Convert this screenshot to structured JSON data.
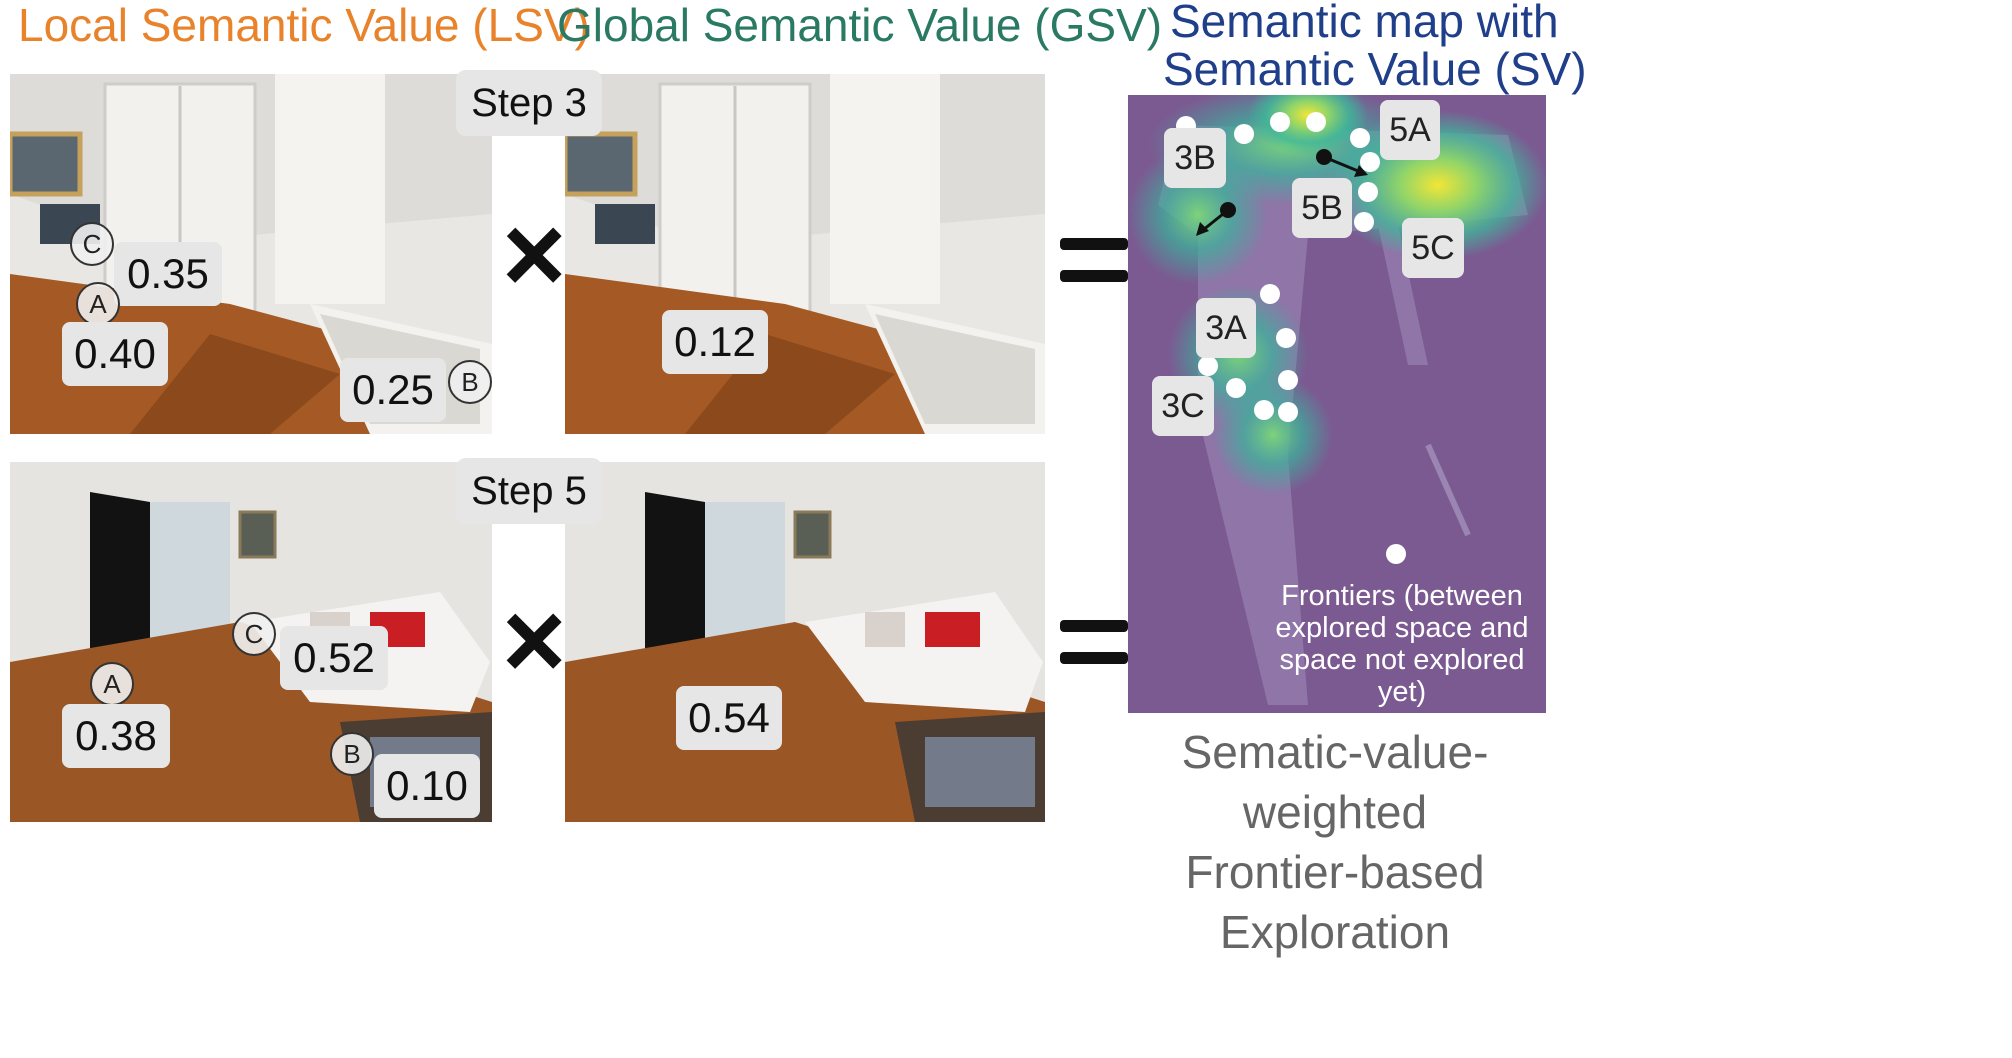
{
  "headers": {
    "lsv": "Local Semantic Value (LSV)",
    "gsv": "Global Semantic Value (GSV)",
    "sv_line1": "Semantic map with",
    "sv_line2": "Semantic Value (SV)"
  },
  "colors": {
    "lsv": "#e8832c",
    "gsv": "#2a7a63",
    "sv": "#1f3f8a",
    "map_bg": "#7b5a92"
  },
  "steps": {
    "step3": "Step 3",
    "step5": "Step 5"
  },
  "operators": {
    "times": "×"
  },
  "step3": {
    "lsv_values": {
      "A": "0.40",
      "B": "0.25",
      "C": "0.35"
    },
    "gsv_value": "0.12",
    "markers": {
      "A": "A",
      "B": "B",
      "C": "C"
    }
  },
  "step5": {
    "lsv_values": {
      "A": "0.38",
      "B": "0.10",
      "C": "0.52"
    },
    "gsv_value": "0.54",
    "markers": {
      "A": "A",
      "B": "B",
      "C": "C"
    }
  },
  "map": {
    "labels": [
      "3B",
      "5A",
      "5B",
      "5C",
      "3A",
      "3C"
    ],
    "frontier_note_line1": "Frontiers (between",
    "frontier_note_line2": "explored space and",
    "frontier_note_line3": "space not explored yet)"
  },
  "caption": {
    "line1": "Sematic-value-weighted",
    "line2": "Frontier-based Exploration"
  }
}
